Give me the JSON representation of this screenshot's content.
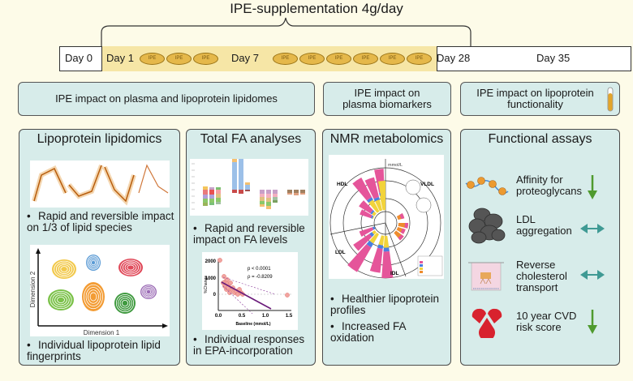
{
  "timeline": {
    "title": "IPE-supplementation 4g/day",
    "days": [
      "Day 0",
      "Day 1",
      "Day 7",
      "Day 28",
      "Day 35"
    ],
    "pill_label": "IPE",
    "pills_week1": 3,
    "pills_weeks2to4": 6
  },
  "sections": [
    {
      "label": "IPE impact on plasma and lipoprotein lipidomes"
    },
    {
      "label": "IPE impact on plasma biomarkers"
    },
    {
      "label": "IPE impact on lipoprotein functionality",
      "icon": "test-tube-icon"
    }
  ],
  "panels": {
    "lipidomics": {
      "title": "Lipoprotein lipidomics",
      "bullets": [
        "Rapid and reversible impact on 1/3 of lipid species",
        "Individual lipoprotein lipid fingerprints"
      ],
      "fingerprint_axis_x": "Dimension 1",
      "fingerprint_axis_y": "Dimension 2",
      "fingerprint_colors": [
        "#f2c94c",
        "#5b9bd5",
        "#e04a5a",
        "#7cc24a",
        "#f39c34",
        "#3f9a3f",
        "#9b6bb5"
      ]
    },
    "fa": {
      "title": "Total FA analyses",
      "bullets": [
        "Rapid and reversible impact on FA levels",
        "Individual responses in EPA-incorporation"
      ],
      "scatter": {
        "p_label": "p < 0.0001",
        "rho_label": "ρ = -0.8209",
        "xlabel": "Baseline (mmol/L)",
        "ylabel": "%Change",
        "xticks": [
          "0.0",
          "0.5",
          "1.0",
          "1.5"
        ],
        "yticks": [
          "0",
          "1000",
          "2000"
        ]
      }
    },
    "nmr": {
      "title": "NMR metabolomics",
      "bullets": [
        "Healthier lipoprotein profiles",
        "Increased FA oxidation"
      ],
      "chart_labels": {
        "hdl": "HDL",
        "ldl": "LDL",
        "vldl": "VLDL",
        "idl": "IDL",
        "unit": "mmol/L"
      }
    },
    "functional": {
      "title": "Functional assays",
      "items": [
        {
          "label": "Affinity for proteoglycans",
          "effect": "decrease",
          "icon": "proteoglycan-icon"
        },
        {
          "label": "LDL aggregation",
          "effect": "no-change",
          "icon": "ldl-aggregate-icon"
        },
        {
          "label": "Reverse cholesterol transport",
          "effect": "no-change",
          "icon": "transwell-icon"
        },
        {
          "label": "10 year CVD risk score",
          "effect": "decrease",
          "icon": "heart-blood-icon"
        }
      ],
      "colors": {
        "decrease": "#4f9a2e",
        "no_change": "#3f9a94"
      }
    }
  }
}
